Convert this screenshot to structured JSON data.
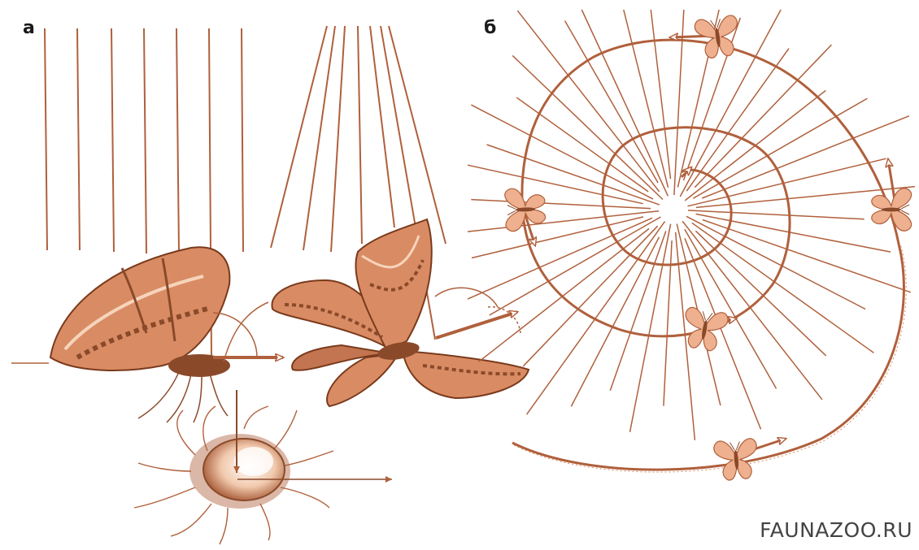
{
  "panels": {
    "a": {
      "label": "а"
    },
    "b": {
      "label": "б"
    }
  },
  "watermark": "FAUNAZOO.RU",
  "colors": {
    "line": "#b0603c",
    "body": "#8a4a2a",
    "wing_light": "#f2b896",
    "wing_mid": "#d98c64",
    "moth_small": "#eeb08e"
  }
}
